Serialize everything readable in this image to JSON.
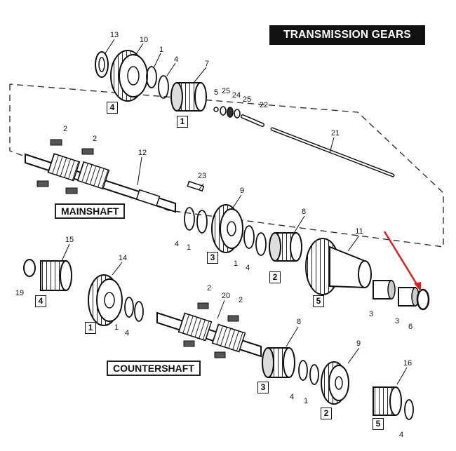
{
  "title": "TRANSMISSION GEARS",
  "labels": {
    "mainshaft": "MAINSHAFT",
    "countershaft": "COUNTERSHAFT"
  },
  "callouts": [
    "13",
    "10",
    "1",
    "4",
    "7",
    "5",
    "25",
    "24",
    "25",
    "22",
    "21",
    "2",
    "2",
    "12",
    "23",
    "9",
    "8",
    "11",
    "4",
    "1",
    "1",
    "4",
    "15",
    "14",
    "19",
    "20",
    "2",
    "2",
    "1",
    "4",
    "3",
    "3",
    "6",
    "8",
    "9",
    "16",
    "4",
    "1",
    "4"
  ],
  "position_boxes": [
    "4",
    "1",
    "3",
    "2",
    "5",
    "4",
    "1",
    "3",
    "2",
    "5"
  ],
  "colors": {
    "arrow": "#e02020",
    "ink": "#111111",
    "paper": "#ffffff"
  }
}
